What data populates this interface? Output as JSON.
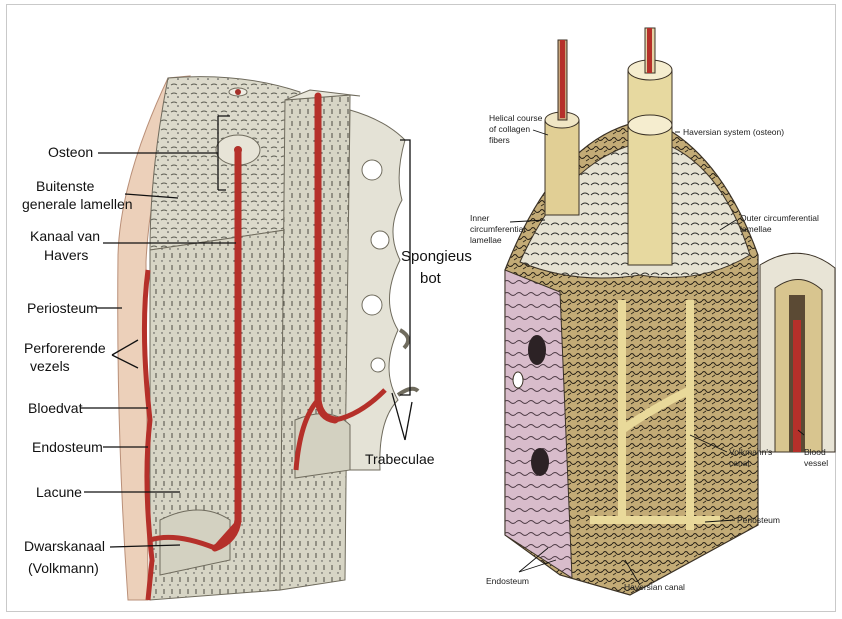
{
  "left_figure": {
    "labels": {
      "osteon": "Osteon",
      "buitenste_line1": "Buitenste",
      "buitenste_line2": "generale lamellen",
      "kanaal_line1": "Kanaal van",
      "kanaal_line2": "Havers",
      "periosteum": "Periosteum",
      "perforerende_line1": "Perforerende",
      "perforerende_line2": "vezels",
      "bloedvat": "Bloedvat",
      "endosteum": "Endosteum",
      "lacune": "Lacune",
      "dwarskanaal_line1": "Dwarskanaal",
      "dwarskanaal_line2": "(Volkmann)",
      "spongieus_line1": "Spongieus",
      "spongieus_line2": "bot",
      "trabeculae": "Trabeculae"
    }
  },
  "right_figure": {
    "labels": {
      "helical_line1": "Helical course",
      "helical_line2": "of collagen",
      "helical_line3": "fibers",
      "haversian_system": "Haversian system (osteon)",
      "inner_line1": "Inner",
      "inner_line2": "circumferential",
      "inner_line3": "lamellae",
      "outer_line1": "Outer circumferential",
      "outer_line2": "lamellae",
      "volkmann_line1": "Volkmann's",
      "volkmann_line2": "canal",
      "blood_line1": "Blood",
      "blood_line2": "vessel",
      "periosteum": "Periosteum",
      "endosteum": "Endosteum",
      "haversian_canal": "Haversian canal"
    }
  },
  "colors": {
    "bone": "#d9d7c8",
    "bone_light": "#eceadf",
    "vessel": "#b5302a",
    "periosteum": "#e9c8b0",
    "spongy_right": "#cbb88a",
    "endosteum_pink": "#d9b8c9"
  }
}
